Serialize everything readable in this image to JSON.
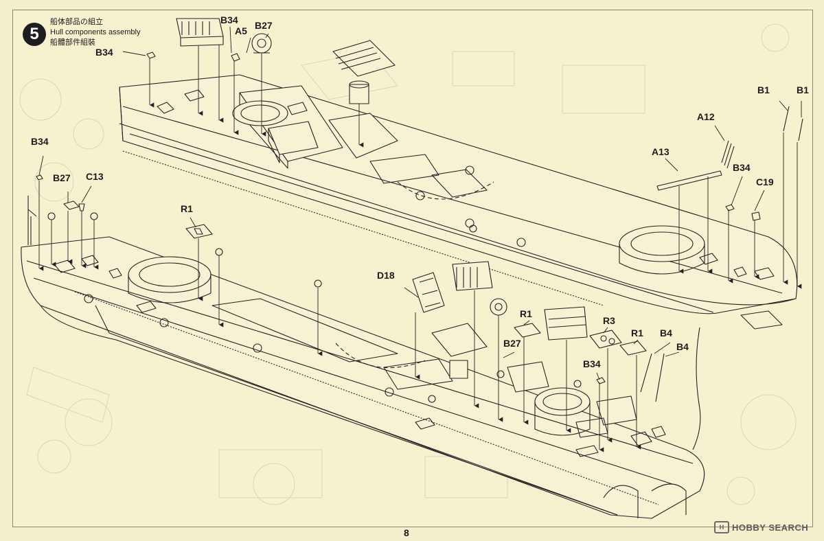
{
  "step": {
    "number": "5",
    "title_ja": "船体部品の組立",
    "title_en": "Hull components assembly",
    "title_zh": "船體部件組裝"
  },
  "parts": {
    "b34_top": "B34",
    "a5": "A5",
    "b27_top": "B27",
    "b34_left_top": "B34",
    "b1_a": "B1",
    "b1_b": "B1",
    "a12": "A12",
    "a13": "A13",
    "b34_right": "B34",
    "c19": "C19",
    "b34_left": "B34",
    "b27_left": "B27",
    "c13": "C13",
    "r1_left": "R1",
    "d18": "D18",
    "r1_mid": "R1",
    "r3": "R3",
    "r1_right": "R1",
    "b4_a": "B4",
    "b4_b": "B4",
    "b27_mid": "B27",
    "b34_mid": "B34"
  },
  "page_number": "8",
  "watermark": {
    "logo": "H",
    "brand": "HOBBY SEARCH"
  },
  "colors": {
    "paper": "#f6f1cf",
    "ink": "#1c1c1c"
  }
}
